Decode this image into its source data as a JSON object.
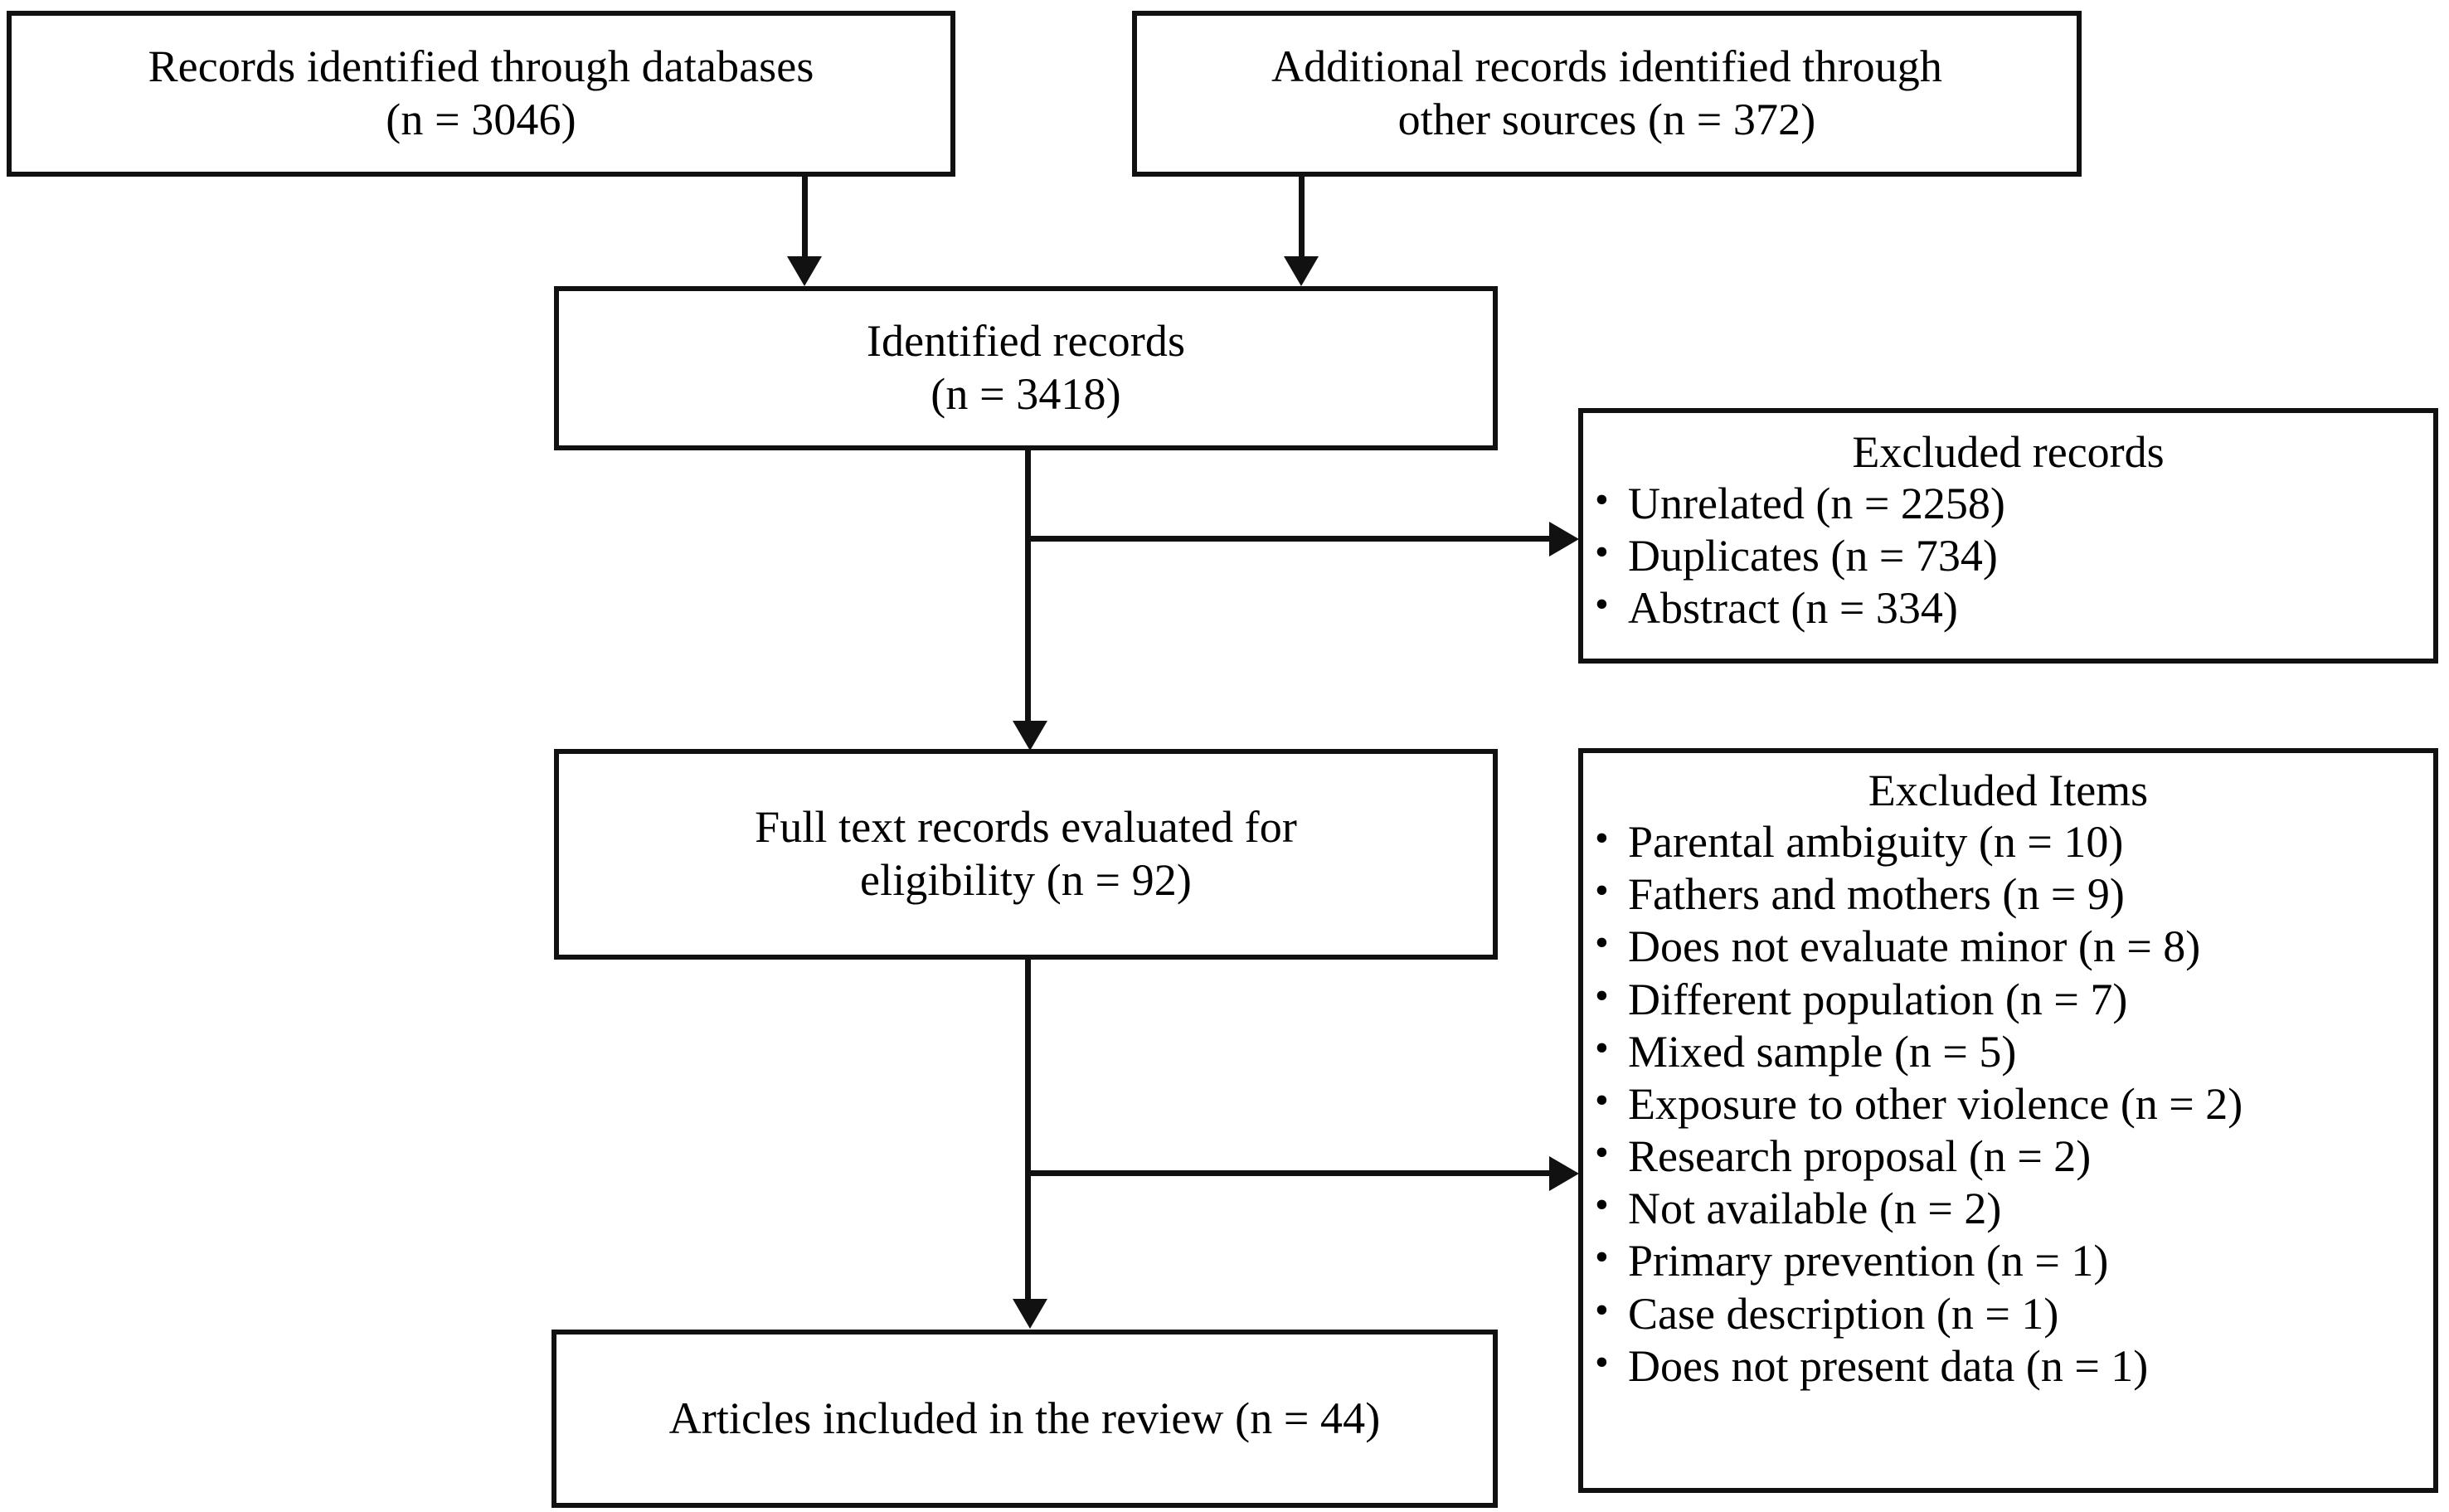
{
  "diagram": {
    "type": "prisma-flow-diagram",
    "title": "PRISMA study selection flow",
    "colors": {
      "line": "#111111",
      "box_border": "#111111",
      "background": "#ffffff",
      "text": "#000000"
    }
  },
  "boxes": {
    "identified_databases": {
      "text": "Records identified through databases\n(n = 3046)",
      "line1": "Records identified through databases",
      "line2": "(n = 3046)",
      "n": 3046
    },
    "identified_other_sources": {
      "text": "Additional records identified through\nother sources (n = 372)",
      "line1": "Additional records identified through",
      "line2": "other sources (n = 372)",
      "n": 372
    },
    "identified_records": {
      "text": "Identified records\n(n = 3418)",
      "line1": "Identified records",
      "line2": "(n = 3418)",
      "n": 3418
    },
    "full_text_records": {
      "text": "Full text records evaluated for\neligibility (n = 92)",
      "line1": "Full text records evaluated for",
      "line2": "eligibility (n = 92)",
      "n": 92
    },
    "included_articles": {
      "text": "Articles included in the review (n = 44)",
      "n": 44
    }
  },
  "excluded_records": {
    "title": "Excluded records",
    "items": [
      {
        "label": "Unrelated (n = 2258)",
        "reason": "Unrelated",
        "n": 2258
      },
      {
        "label": "Duplicates (n = 734)",
        "reason": "Duplicates",
        "n": 734
      },
      {
        "label": "Abstract (n = 334)",
        "reason": "Abstract",
        "n": 334
      }
    ]
  },
  "excluded_items": {
    "title": "Excluded Items",
    "items": [
      {
        "label": "Parental ambiguity (n = 10)",
        "reason": "Parental ambiguity",
        "n": 10
      },
      {
        "label": "Fathers and mothers (n = 9)",
        "reason": "Fathers and mothers",
        "n": 9
      },
      {
        "label": "Does not evaluate minor (n = 8)",
        "reason": "Does not evaluate minor",
        "n": 8
      },
      {
        "label": "Different population (n = 7)",
        "reason": "Different population",
        "n": 7
      },
      {
        "label": "Mixed sample (n = 5)",
        "reason": "Mixed sample",
        "n": 5
      },
      {
        "label": "Exposure to other violence (n = 2)",
        "reason": "Exposure to other violence",
        "n": 2
      },
      {
        "label": "Research proposal (n = 2)",
        "reason": "Research proposal",
        "n": 2
      },
      {
        "label": "Not available (n = 2)",
        "reason": "Not available",
        "n": 2
      },
      {
        "label": "Primary prevention (n = 1)",
        "reason": "Primary prevention",
        "n": 1
      },
      {
        "label": "Case description (n = 1)",
        "reason": "Case description",
        "n": 1
      },
      {
        "label": "Does not present data (n = 1)",
        "reason": "Does not present data",
        "n": 1
      }
    ]
  },
  "connectors": [
    {
      "name": "databases-to-identified",
      "from": "identified_databases",
      "to": "identified_records",
      "kind": "arrow-down"
    },
    {
      "name": "other-sources-to-identified",
      "from": "identified_other_sources",
      "to": "identified_records",
      "kind": "arrow-down"
    },
    {
      "name": "identified-to-excluded-records",
      "from": "identified_records",
      "to": "excluded_records",
      "kind": "arrow-right"
    },
    {
      "name": "identified-to-fulltext",
      "from": "identified_records",
      "to": "full_text_records",
      "kind": "arrow-down"
    },
    {
      "name": "fulltext-to-excluded-items",
      "from": "full_text_records",
      "to": "excluded_items",
      "kind": "arrow-right"
    },
    {
      "name": "fulltext-to-included",
      "from": "full_text_records",
      "to": "included_articles",
      "kind": "arrow-down"
    }
  ]
}
